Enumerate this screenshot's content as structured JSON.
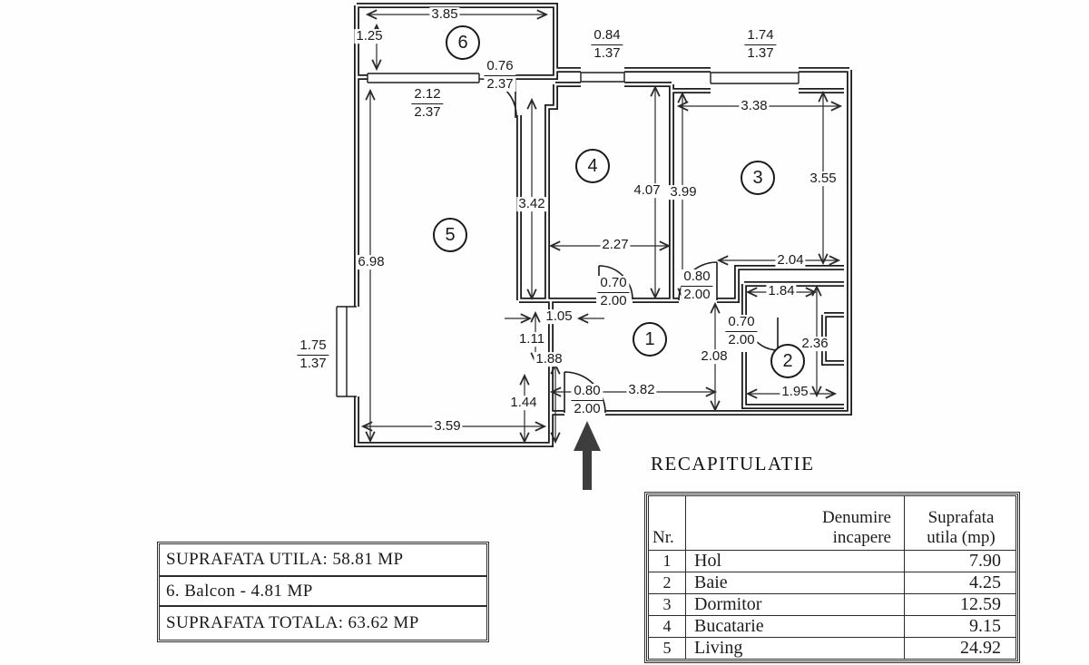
{
  "title": "RECAPITULATIE",
  "colors": {
    "ink": "#1c1c1c",
    "paper": "#ffffff",
    "arrow": "#3d3d3d"
  },
  "plan": {
    "rooms": {
      "r1": {
        "number": "1"
      },
      "r2": {
        "number": "2"
      },
      "r3": {
        "number": "3"
      },
      "r4": {
        "number": "4"
      },
      "r5": {
        "number": "5"
      },
      "r6": {
        "number": "6"
      }
    },
    "dims": {
      "d385": "3.85",
      "d125": "1.25",
      "d338": "3.38",
      "d355": "3.55",
      "d399": "3.99",
      "d407": "4.07",
      "d342": "3.42",
      "d227": "2.27",
      "d204": "2.04",
      "d698": "6.98",
      "d359": "3.59",
      "d382": "3.82",
      "d208": "2.08",
      "d236": "2.36",
      "d184": "1.84",
      "d195": "1.95",
      "d105": "1.05",
      "d111": "1.11",
      "d188": "1.88",
      "d144": "1.44"
    },
    "fracs": {
      "balcony_door": {
        "w": "0.76",
        "h": "2.37"
      },
      "living_window": {
        "w": "2.12",
        "h": "2.37"
      },
      "kitchen_window": {
        "w": "0.84",
        "h": "1.37"
      },
      "bedroom_window": {
        "w": "1.74",
        "h": "1.37"
      },
      "left_window": {
        "w": "1.75",
        "h": "1.37"
      },
      "kitchen_door": {
        "w": "0.70",
        "h": "2.00"
      },
      "bedroom_door": {
        "w": "0.80",
        "h": "2.00"
      },
      "bath_door": {
        "w": "0.70",
        "h": "2.00"
      },
      "entry_door": {
        "w": "0.80",
        "h": "2.00"
      }
    }
  },
  "table": {
    "headers": {
      "nr": "Nr.",
      "name_line1": "Denumire",
      "name_line2": "incapere",
      "area_line1": "Suprafata",
      "area_line2": "utila (mp)"
    },
    "rows": [
      {
        "nr": "1",
        "name": "Hol",
        "area": "7.90"
      },
      {
        "nr": "2",
        "name": "Baie",
        "area": "4.25"
      },
      {
        "nr": "3",
        "name": "Dormitor",
        "area": "12.59"
      },
      {
        "nr": "4",
        "name": "Bucatarie",
        "area": "9.15"
      },
      {
        "nr": "5",
        "name": "Living",
        "area": "24.92"
      }
    ]
  },
  "summary": {
    "rows": [
      "SUPRAFATA UTILA: 58.81 MP",
      "6. Balcon - 4.81 MP",
      "SUPRAFATA TOTALA: 63.62 MP"
    ]
  }
}
